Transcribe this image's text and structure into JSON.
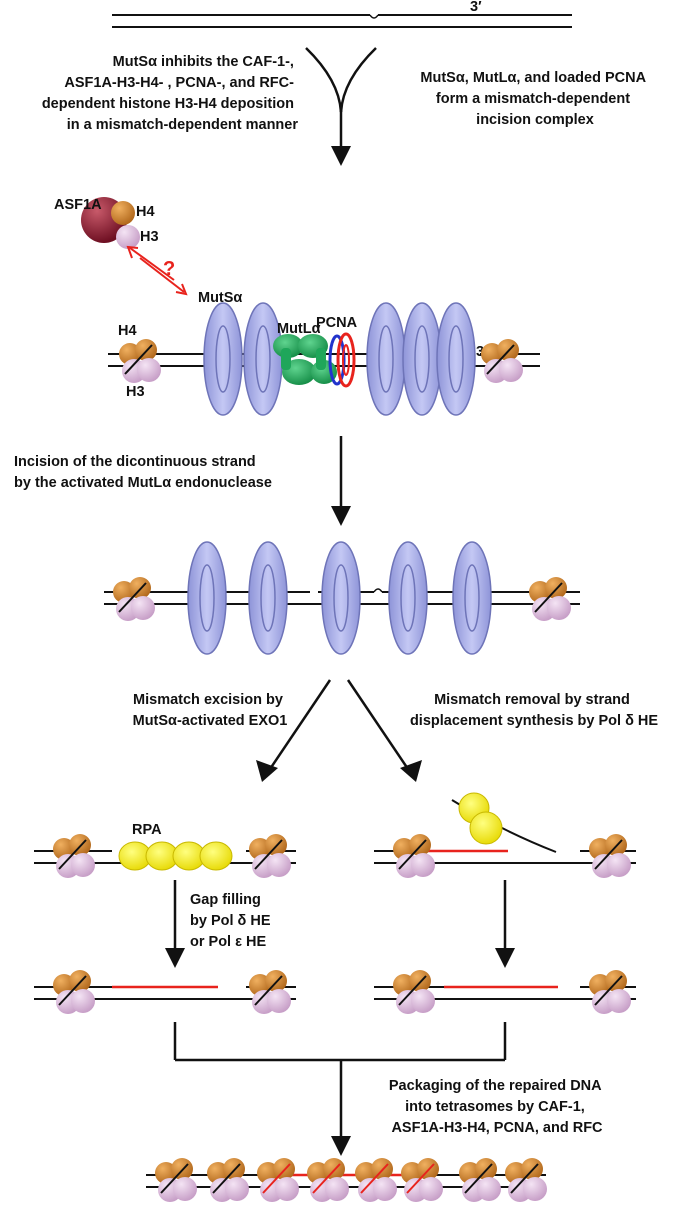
{
  "labels": {
    "top_3prime": "3′",
    "left_text_1": [
      "MutSα inhibits the CAF-1-,",
      "ASF1A-H3-H4- , PCNA-, and RFC-",
      "dependent histone H3-H4 deposition",
      "in a mismatch-dependent manner"
    ],
    "right_text_1": [
      "MutSα, MutLα, and loaded PCNA",
      "form a mismatch-dependent",
      "incision complex"
    ],
    "asf1a": "ASF1A",
    "h4": "H4",
    "h3": "H3",
    "question": "?",
    "mutsa": "MutSα",
    "mutla": "MutLα",
    "pcna": "PCNA",
    "mid_3prime": "3′",
    "incision_text": [
      "Incision of the dicontinuous strand",
      "by the activated MutLα endonuclease"
    ],
    "excision_text": [
      "Mismatch excision by",
      "MutSα-activated EXO1"
    ],
    "removal_text": [
      "Mismatch removal by strand",
      "displacement synthesis by Pol δ HE"
    ],
    "rpa": "RPA",
    "gap_text": [
      "Gap filling",
      "by Pol δ HE",
      "or Pol ε HE"
    ],
    "packaging_text": [
      "Packaging of the repaired DNA",
      "into tetrasomes by CAF-1,",
      "ASF1A-H3-H4, PCNA, and RFC"
    ]
  },
  "colors": {
    "dna": "#111111",
    "clamp": "#a8ade8",
    "clamp_edge": "#6e74b8",
    "mutl": "#1fa65a",
    "pcna_red": "#e8231d",
    "pcna_blue": "#2233cc",
    "asf1a": "#8a1a2e",
    "h4": "#c47a2a",
    "h3": "#d8b8d8",
    "rpa": "#f3ec1e",
    "repaired": "#e8231d"
  }
}
